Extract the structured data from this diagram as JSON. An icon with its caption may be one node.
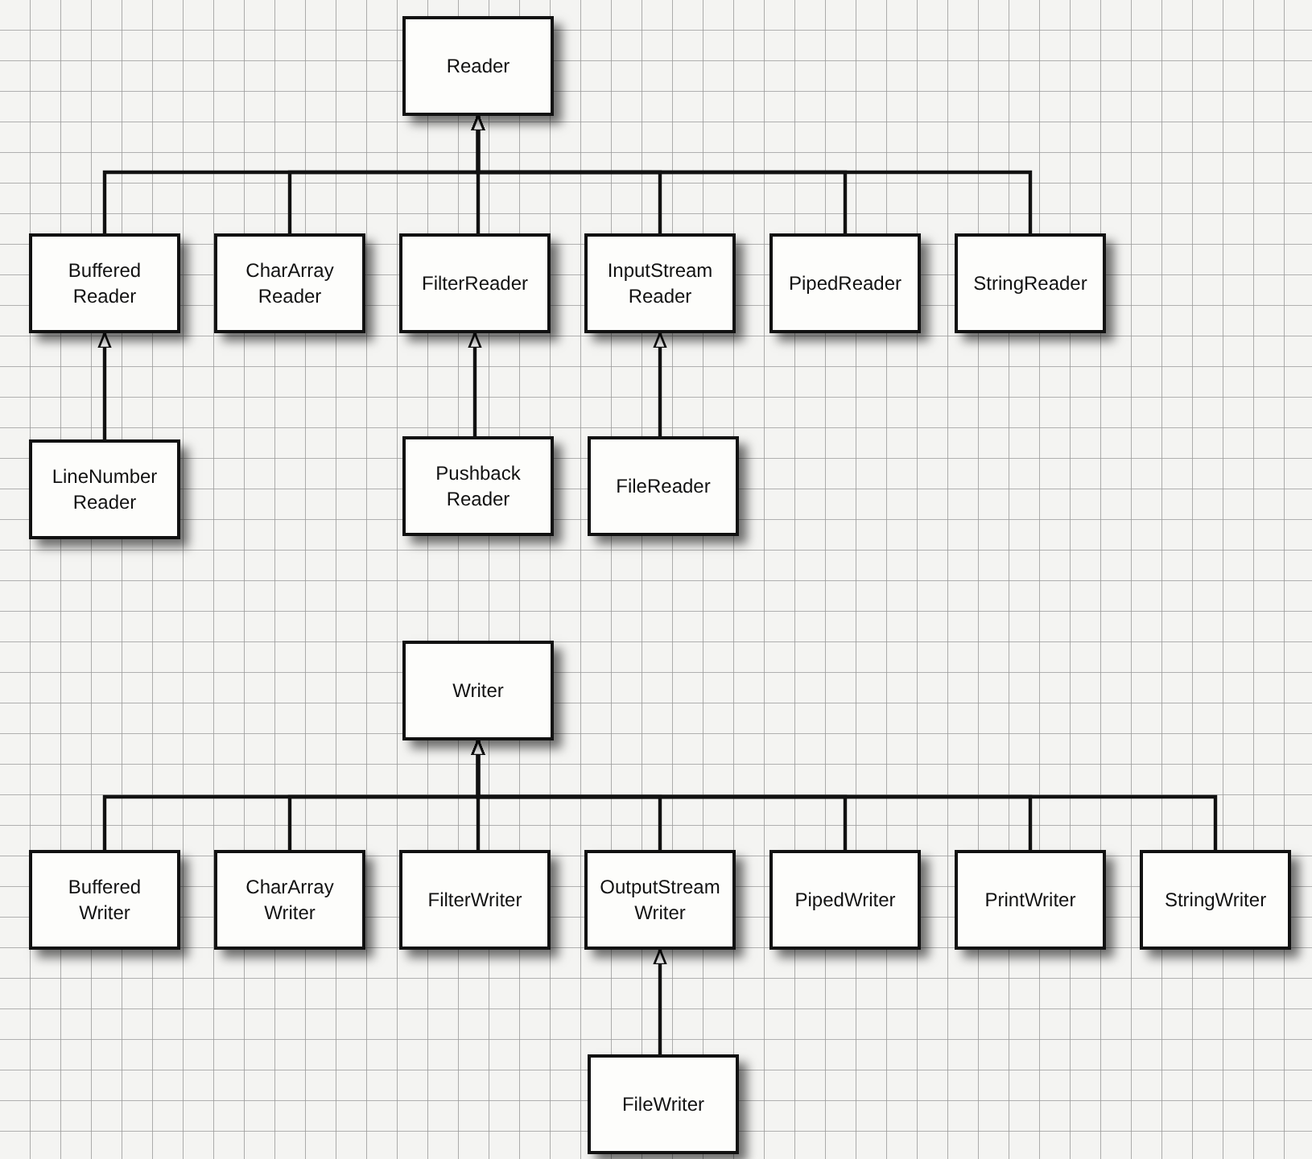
{
  "diagram": {
    "nodes": [
      {
        "text": [
          "Reader"
        ]
      },
      {
        "text": [
          "Buffered Reader"
        ]
      },
      {
        "text": [
          "CharArray Reader"
        ]
      },
      {
        "text": [
          "FilterReader"
        ]
      },
      {
        "text": [
          "InputStream Reader"
        ]
      },
      {
        "text": [
          "PipedReader"
        ]
      },
      {
        "text": [
          "StringReader"
        ]
      },
      {
        "text": [
          "LineNumber Reader"
        ]
      },
      {
        "text": [
          "Pushback Reader"
        ]
      },
      {
        "text": [
          "FileReader"
        ]
      },
      {
        "text": [
          "Writer"
        ]
      },
      {
        "text": [
          "Buffered Writer"
        ]
      },
      {
        "text": [
          "CharArray Writer"
        ]
      },
      {
        "text": [
          "FilterWriter"
        ]
      },
      {
        "text": [
          "OutputStream Writer"
        ]
      },
      {
        "text": [
          "PipedWriter"
        ]
      },
      {
        "text": [
          "PrintWriter"
        ]
      },
      {
        "text": [
          "StringWriter"
        ]
      },
      {
        "text": [
          "FileWriter"
        ]
      }
    ],
    "edges": [
      {
        "from": 1,
        "to": 0,
        "arrow": "to"
      },
      {
        "from": 2,
        "to": 0,
        "arrow": "to"
      },
      {
        "from": 3,
        "to": 0,
        "arrow": "to"
      },
      {
        "from": 4,
        "to": 0,
        "arrow": "to"
      },
      {
        "from": 5,
        "to": 0,
        "arrow": "to"
      },
      {
        "from": 6,
        "to": 0,
        "arrow": "to"
      },
      {
        "from": 7,
        "to": 1,
        "arrow": "to"
      },
      {
        "from": 8,
        "to": 3,
        "arrow": "to"
      },
      {
        "from": 9,
        "to": 4,
        "arrow": "to"
      },
      {
        "from": 11,
        "to": 10,
        "arrow": "to"
      },
      {
        "from": 12,
        "to": 10,
        "arrow": "to"
      },
      {
        "from": 13,
        "to": 10,
        "arrow": "to"
      },
      {
        "from": 14,
        "to": 10,
        "arrow": "to"
      },
      {
        "from": 15,
        "to": 10,
        "arrow": "to"
      },
      {
        "from": 16,
        "to": 10,
        "arrow": "to"
      },
      {
        "from": 17,
        "to": 10,
        "arrow": "to"
      },
      {
        "from": 18,
        "to": 14,
        "arrow": "to"
      }
    ]
  }
}
